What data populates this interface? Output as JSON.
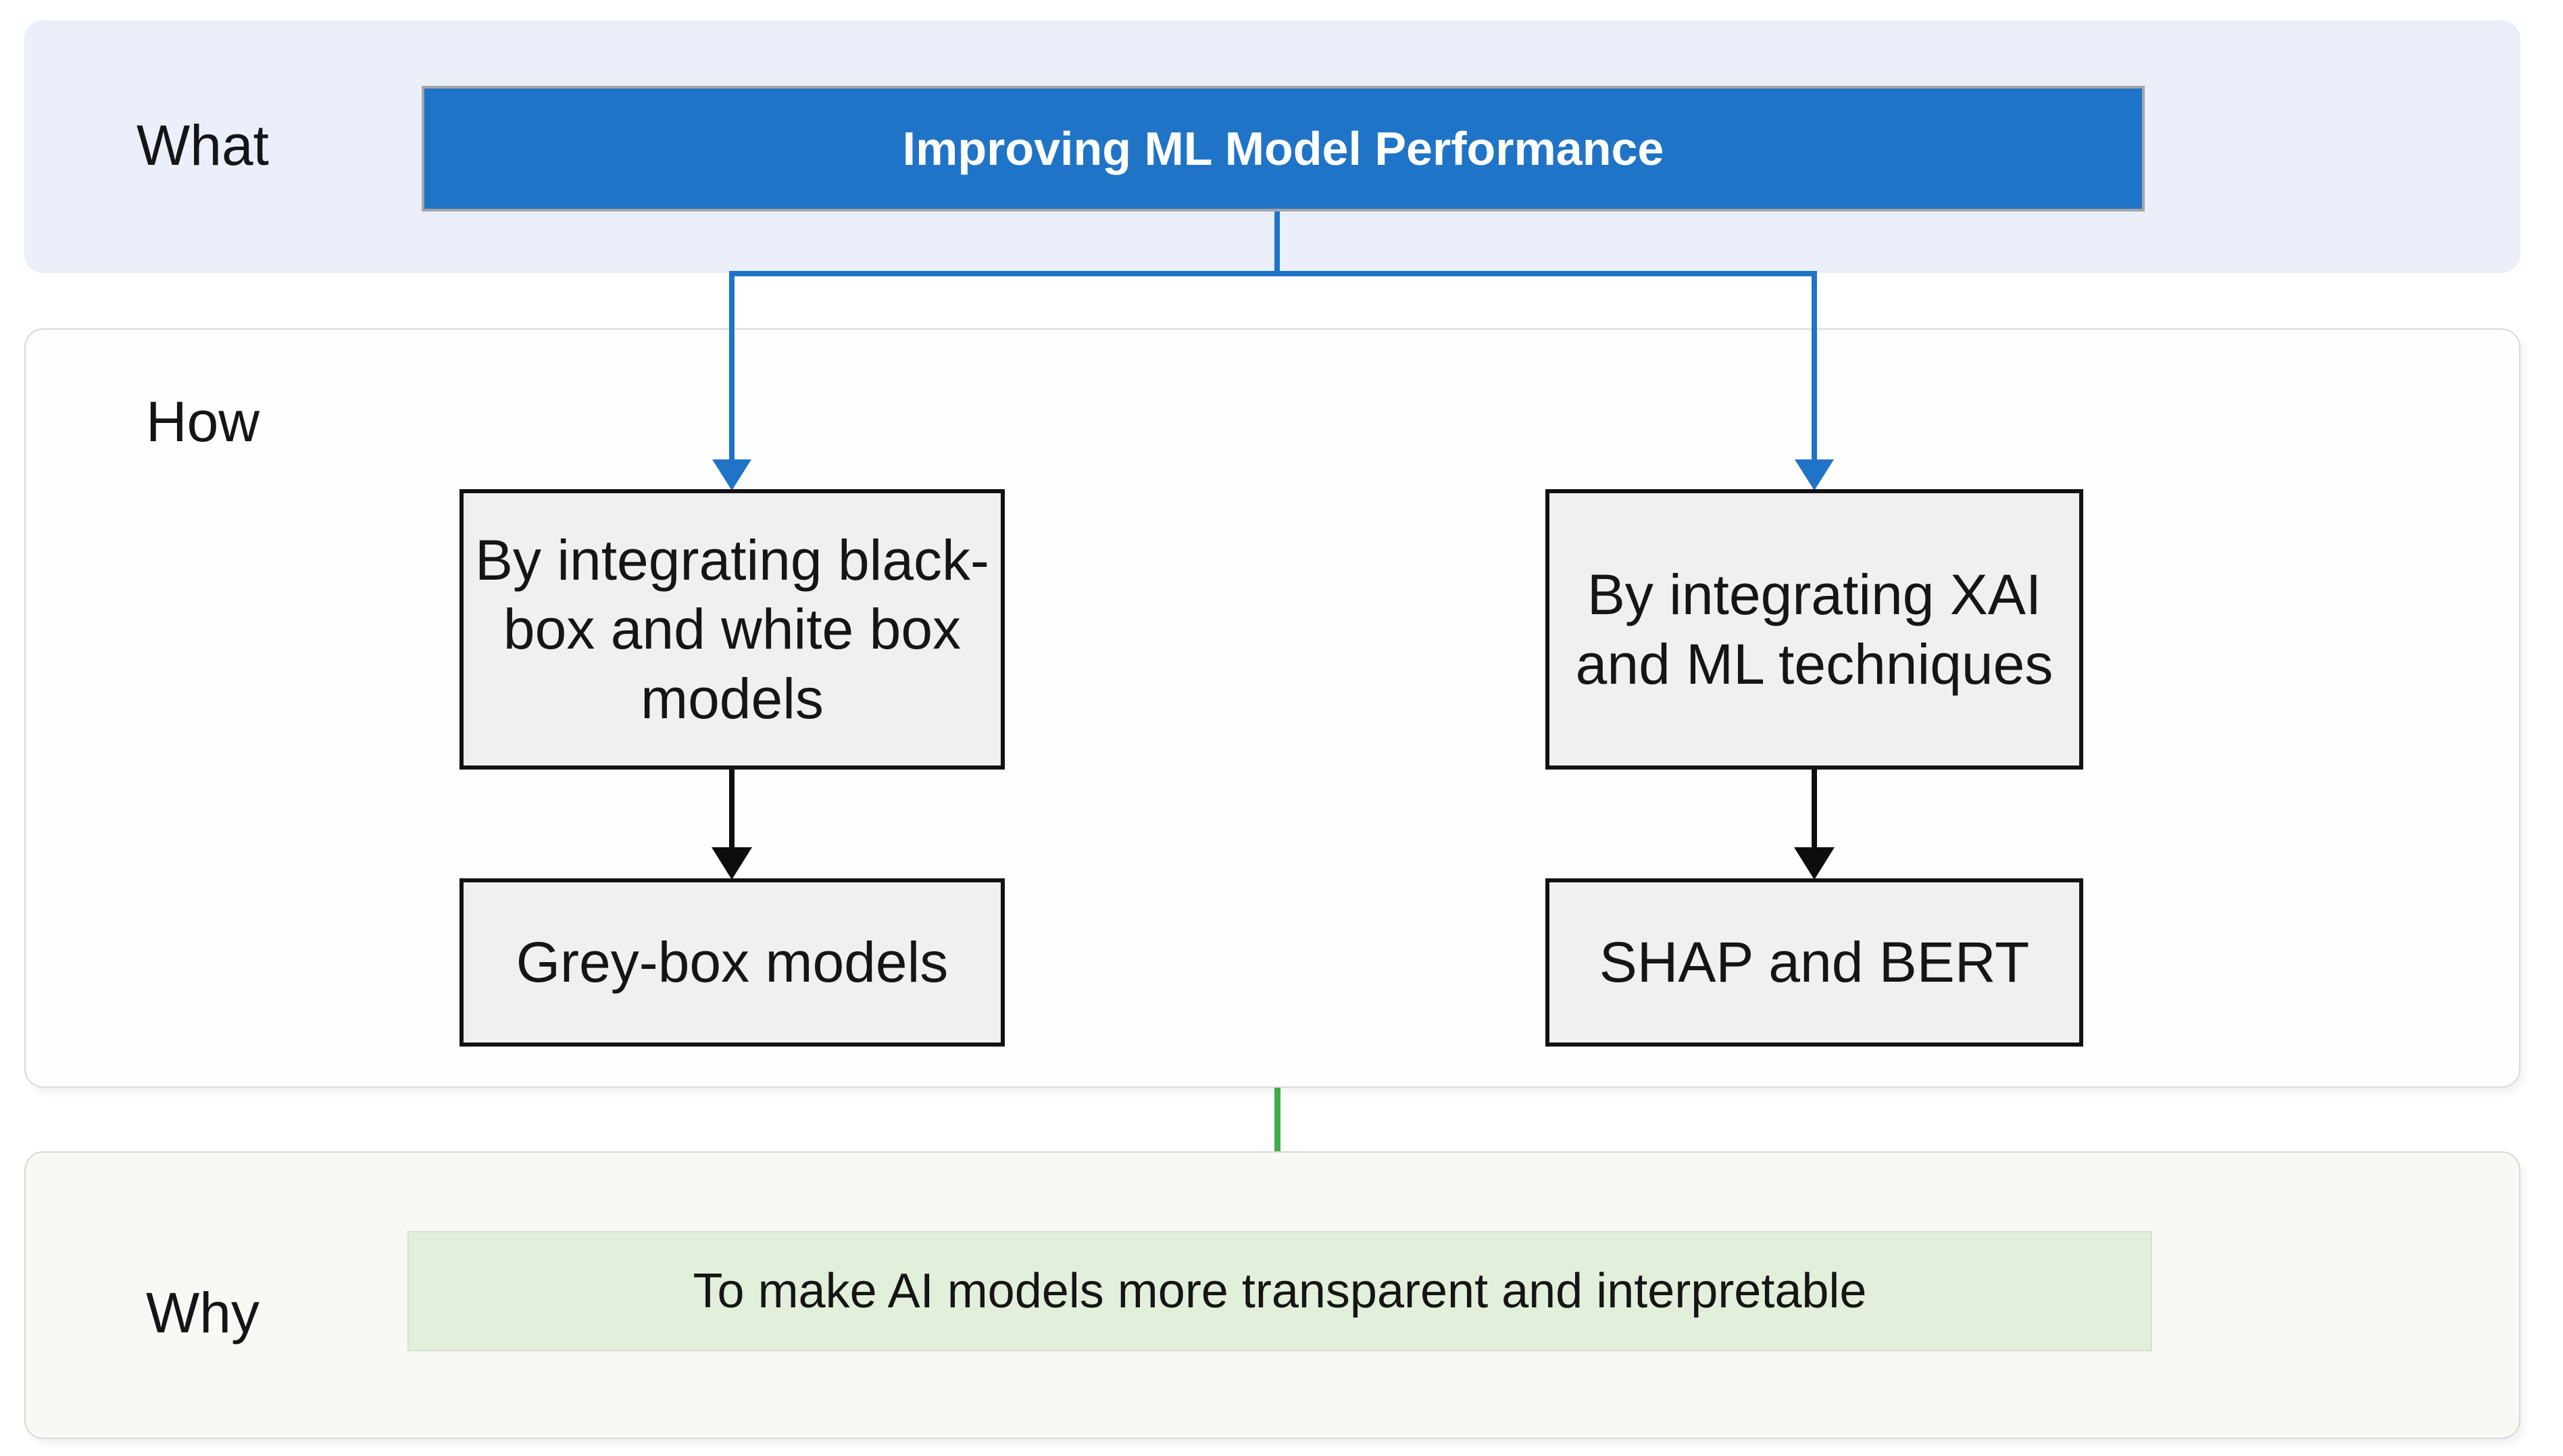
{
  "what": {
    "label": "What",
    "banner_title": "Improving ML Model Performance"
  },
  "how": {
    "label": "How",
    "left": {
      "method": "By integrating black-box and white box models",
      "result": "Grey-box models"
    },
    "right": {
      "method": "By integrating XAI and ML techniques",
      "result": "SHAP and BERT"
    }
  },
  "why": {
    "label": "Why",
    "statement": "To make AI models more transparent and interpretable"
  },
  "colors": {
    "what_bg": "#EAEFFA",
    "how_bg": "#FEFEFE",
    "why_bg": "#F8F8F4",
    "section_border": "#D8D8D8",
    "banner_blue": "#2074C7",
    "banner_border": "#A6A6A6",
    "connector_blue": "#1F74C8",
    "connector_black": "#0D0D0D",
    "arrow_green": "#3FAD4A",
    "box_grey": "#F0F0F0",
    "box_border": "#121212",
    "green_fill": "#E2EFDA",
    "green_border": "#D8DED3"
  }
}
